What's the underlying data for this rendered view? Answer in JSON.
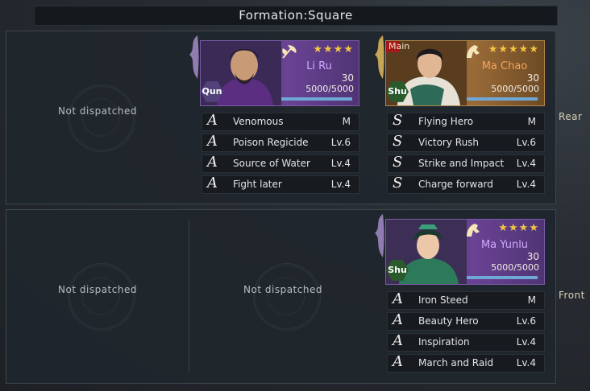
{
  "title": "Formation:Square",
  "rows": {
    "rear_label": "Rear",
    "front_label": "Front"
  },
  "empty_text": "Not dispatched",
  "heroes": {
    "li_ru": {
      "name": "Li Ru",
      "faction": "Qun",
      "stars": "★★★★",
      "level": "30",
      "troops": "5000/5000",
      "troop_fill": 1.0,
      "main": "",
      "skills": [
        {
          "grade": "A",
          "name": "Venomous",
          "level": "M"
        },
        {
          "grade": "A",
          "name": "Poison Regicide",
          "level": "Lv.6"
        },
        {
          "grade": "A",
          "name": "Source of Water",
          "level": "Lv.4"
        },
        {
          "grade": "A",
          "name": "Fight later",
          "level": "Lv.4"
        }
      ]
    },
    "ma_chao": {
      "name": "Ma Chao",
      "faction": "Shu",
      "stars": "★★★★★",
      "level": "30",
      "troops": "5000/5000",
      "troop_fill": 1.0,
      "main": "Main",
      "skills": [
        {
          "grade": "S",
          "name": "Flying Hero",
          "level": "M"
        },
        {
          "grade": "S",
          "name": "Victory Rush",
          "level": "Lv.6"
        },
        {
          "grade": "S",
          "name": "Strike and Impact",
          "level": "Lv.4"
        },
        {
          "grade": "S",
          "name": "Charge forward",
          "level": "Lv.4"
        }
      ]
    },
    "ma_yunlu": {
      "name": "Ma Yunlu",
      "faction": "Shu",
      "stars": "★★★★",
      "level": "30",
      "troops": "5000/5000",
      "troop_fill": 1.0,
      "main": "",
      "skills": [
        {
          "grade": "A",
          "name": "Iron Steed",
          "level": "M"
        },
        {
          "grade": "A",
          "name": "Beauty Hero",
          "level": "Lv.6"
        },
        {
          "grade": "A",
          "name": "Inspiration",
          "level": "Lv.4"
        },
        {
          "grade": "A",
          "name": "March and Raid",
          "level": "Lv.4"
        }
      ]
    }
  },
  "colors": {
    "purple_card": "#6a4394",
    "gold_card": "#9a6b38",
    "star": "#f2c544",
    "qun": "#51427b",
    "shu": "#2a5a2c"
  }
}
